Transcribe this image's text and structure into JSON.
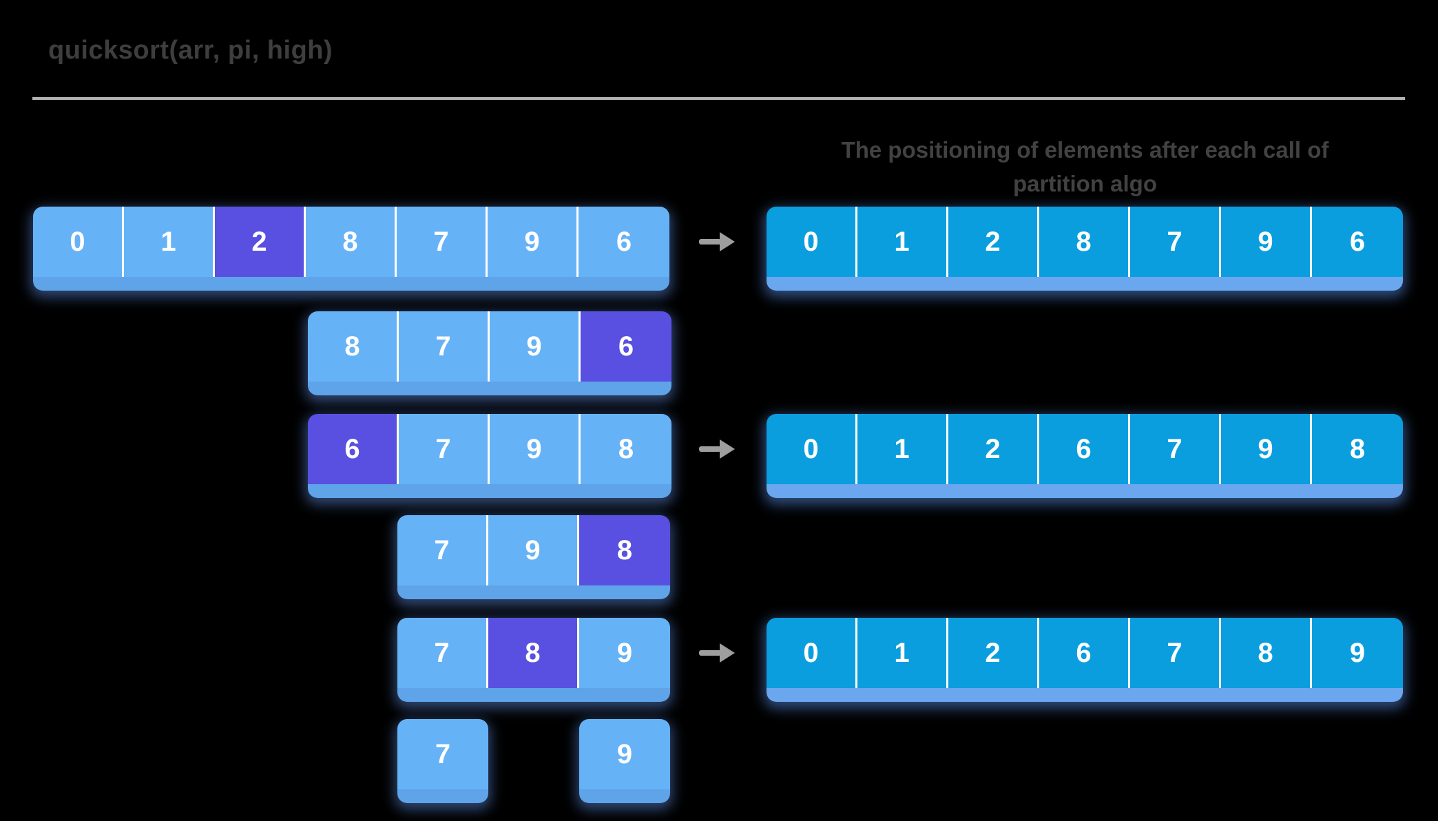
{
  "title": "quicksort(arr, pi, high)",
  "heading": {
    "line1": "The positioning of elements after each call of",
    "line2": "partition algo"
  },
  "colors": {
    "background": "#000000",
    "title_text": "#3E3E3E",
    "heading_text": "#424242",
    "rule": "#B2B2B2",
    "cell_light_blue": "#66B2F7",
    "cell_light_strip": "#5FA3E8",
    "cell_pivot_purple": "#5950E1",
    "cell_dark_blue": "#0A9EDF",
    "cell_dark_strip": "#6BA7EF",
    "cell_divider": "#FFFFFF",
    "cell_number": "#FFFFFF",
    "arrow": "#9E9E9E"
  },
  "diagram": {
    "rows": [
      {
        "left": {
          "values": [
            "0",
            "1",
            "2",
            "8",
            "7",
            "9",
            "6"
          ],
          "pivot_index": 2
        },
        "has_arrow": true,
        "right": {
          "values": [
            "0",
            "1",
            "2",
            "8",
            "7",
            "9",
            "6"
          ]
        }
      },
      {
        "left": {
          "values": [
            "8",
            "7",
            "9",
            "6"
          ],
          "pivot_index": 3
        },
        "has_arrow": false
      },
      {
        "left": {
          "values": [
            "6",
            "7",
            "9",
            "8"
          ],
          "pivot_index": 0
        },
        "has_arrow": true,
        "right": {
          "values": [
            "0",
            "1",
            "2",
            "6",
            "7",
            "9",
            "8"
          ]
        }
      },
      {
        "left": {
          "values": [
            "7",
            "9",
            "8"
          ],
          "pivot_index": 2
        },
        "has_arrow": false
      },
      {
        "left": {
          "values": [
            "7",
            "8",
            "9"
          ],
          "pivot_index": 1
        },
        "has_arrow": true,
        "right": {
          "values": [
            "0",
            "1",
            "2",
            "6",
            "7",
            "8",
            "9"
          ]
        }
      },
      {
        "singles": [
          "7",
          "9"
        ]
      }
    ]
  }
}
